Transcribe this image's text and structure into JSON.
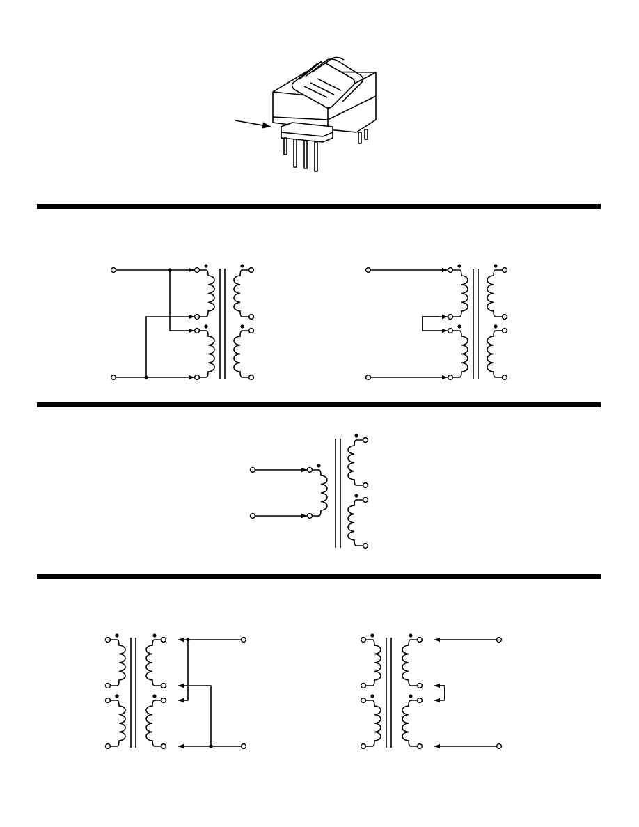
{
  "colors": {
    "ink": "#000000",
    "paper": "#ffffff"
  },
  "illustration": {
    "name": "transformer-component",
    "pointer": "arrow-pointer"
  },
  "panels": [
    {
      "name": "parallel-input-wiring",
      "section": "primary-connections"
    },
    {
      "name": "series-input-wiring",
      "section": "primary-connections"
    },
    {
      "name": "single-primary-dual-secondary",
      "section": "center"
    },
    {
      "name": "parallel-output-wiring",
      "section": "secondary-connections"
    },
    {
      "name": "series-output-wiring",
      "section": "secondary-connections"
    }
  ]
}
